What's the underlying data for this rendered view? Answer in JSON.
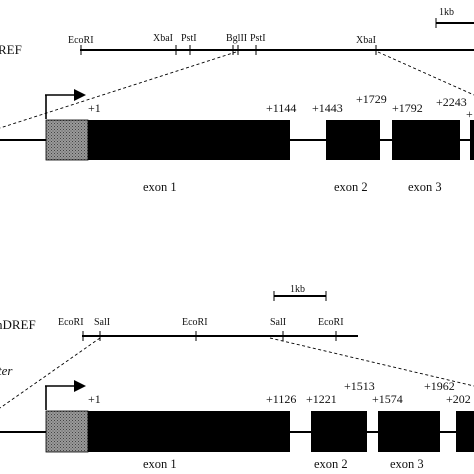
{
  "panel_a": {
    "gene_label": "REF",
    "scale_bar": "1kb",
    "restriction_sites": [
      {
        "label": "EcoRI"
      },
      {
        "label": "XbaI"
      },
      {
        "label": "PstI"
      },
      {
        "label": "BglII"
      },
      {
        "label": "PstI"
      },
      {
        "label": "XbaI"
      }
    ],
    "coordinates": [
      {
        "label": "+1"
      },
      {
        "label": "+1144"
      },
      {
        "label": "+1443"
      },
      {
        "label": "+1729"
      },
      {
        "label": "+1792"
      },
      {
        "label": "+2243"
      },
      {
        "label": "+"
      }
    ],
    "exons": [
      {
        "label": "exon 1"
      },
      {
        "label": "exon 2"
      },
      {
        "label": "exon 3"
      }
    ]
  },
  "panel_b": {
    "gene_label": "nDREF",
    "promoter_label": "ter",
    "scale_bar": "1kb",
    "restriction_sites": [
      {
        "label": "EcoRI"
      },
      {
        "label": "SalI"
      },
      {
        "label": "EcoRI"
      },
      {
        "label": "SalI"
      },
      {
        "label": "EcoRI"
      }
    ],
    "coordinates": [
      {
        "label": "+1"
      },
      {
        "label": "+1126"
      },
      {
        "label": "+1221"
      },
      {
        "label": "+1513"
      },
      {
        "label": "+1574"
      },
      {
        "label": "+1962"
      },
      {
        "label": "+202"
      }
    ],
    "exons": [
      {
        "label": "exon 1"
      },
      {
        "label": "exon 2"
      },
      {
        "label": "exon 3"
      }
    ]
  }
}
